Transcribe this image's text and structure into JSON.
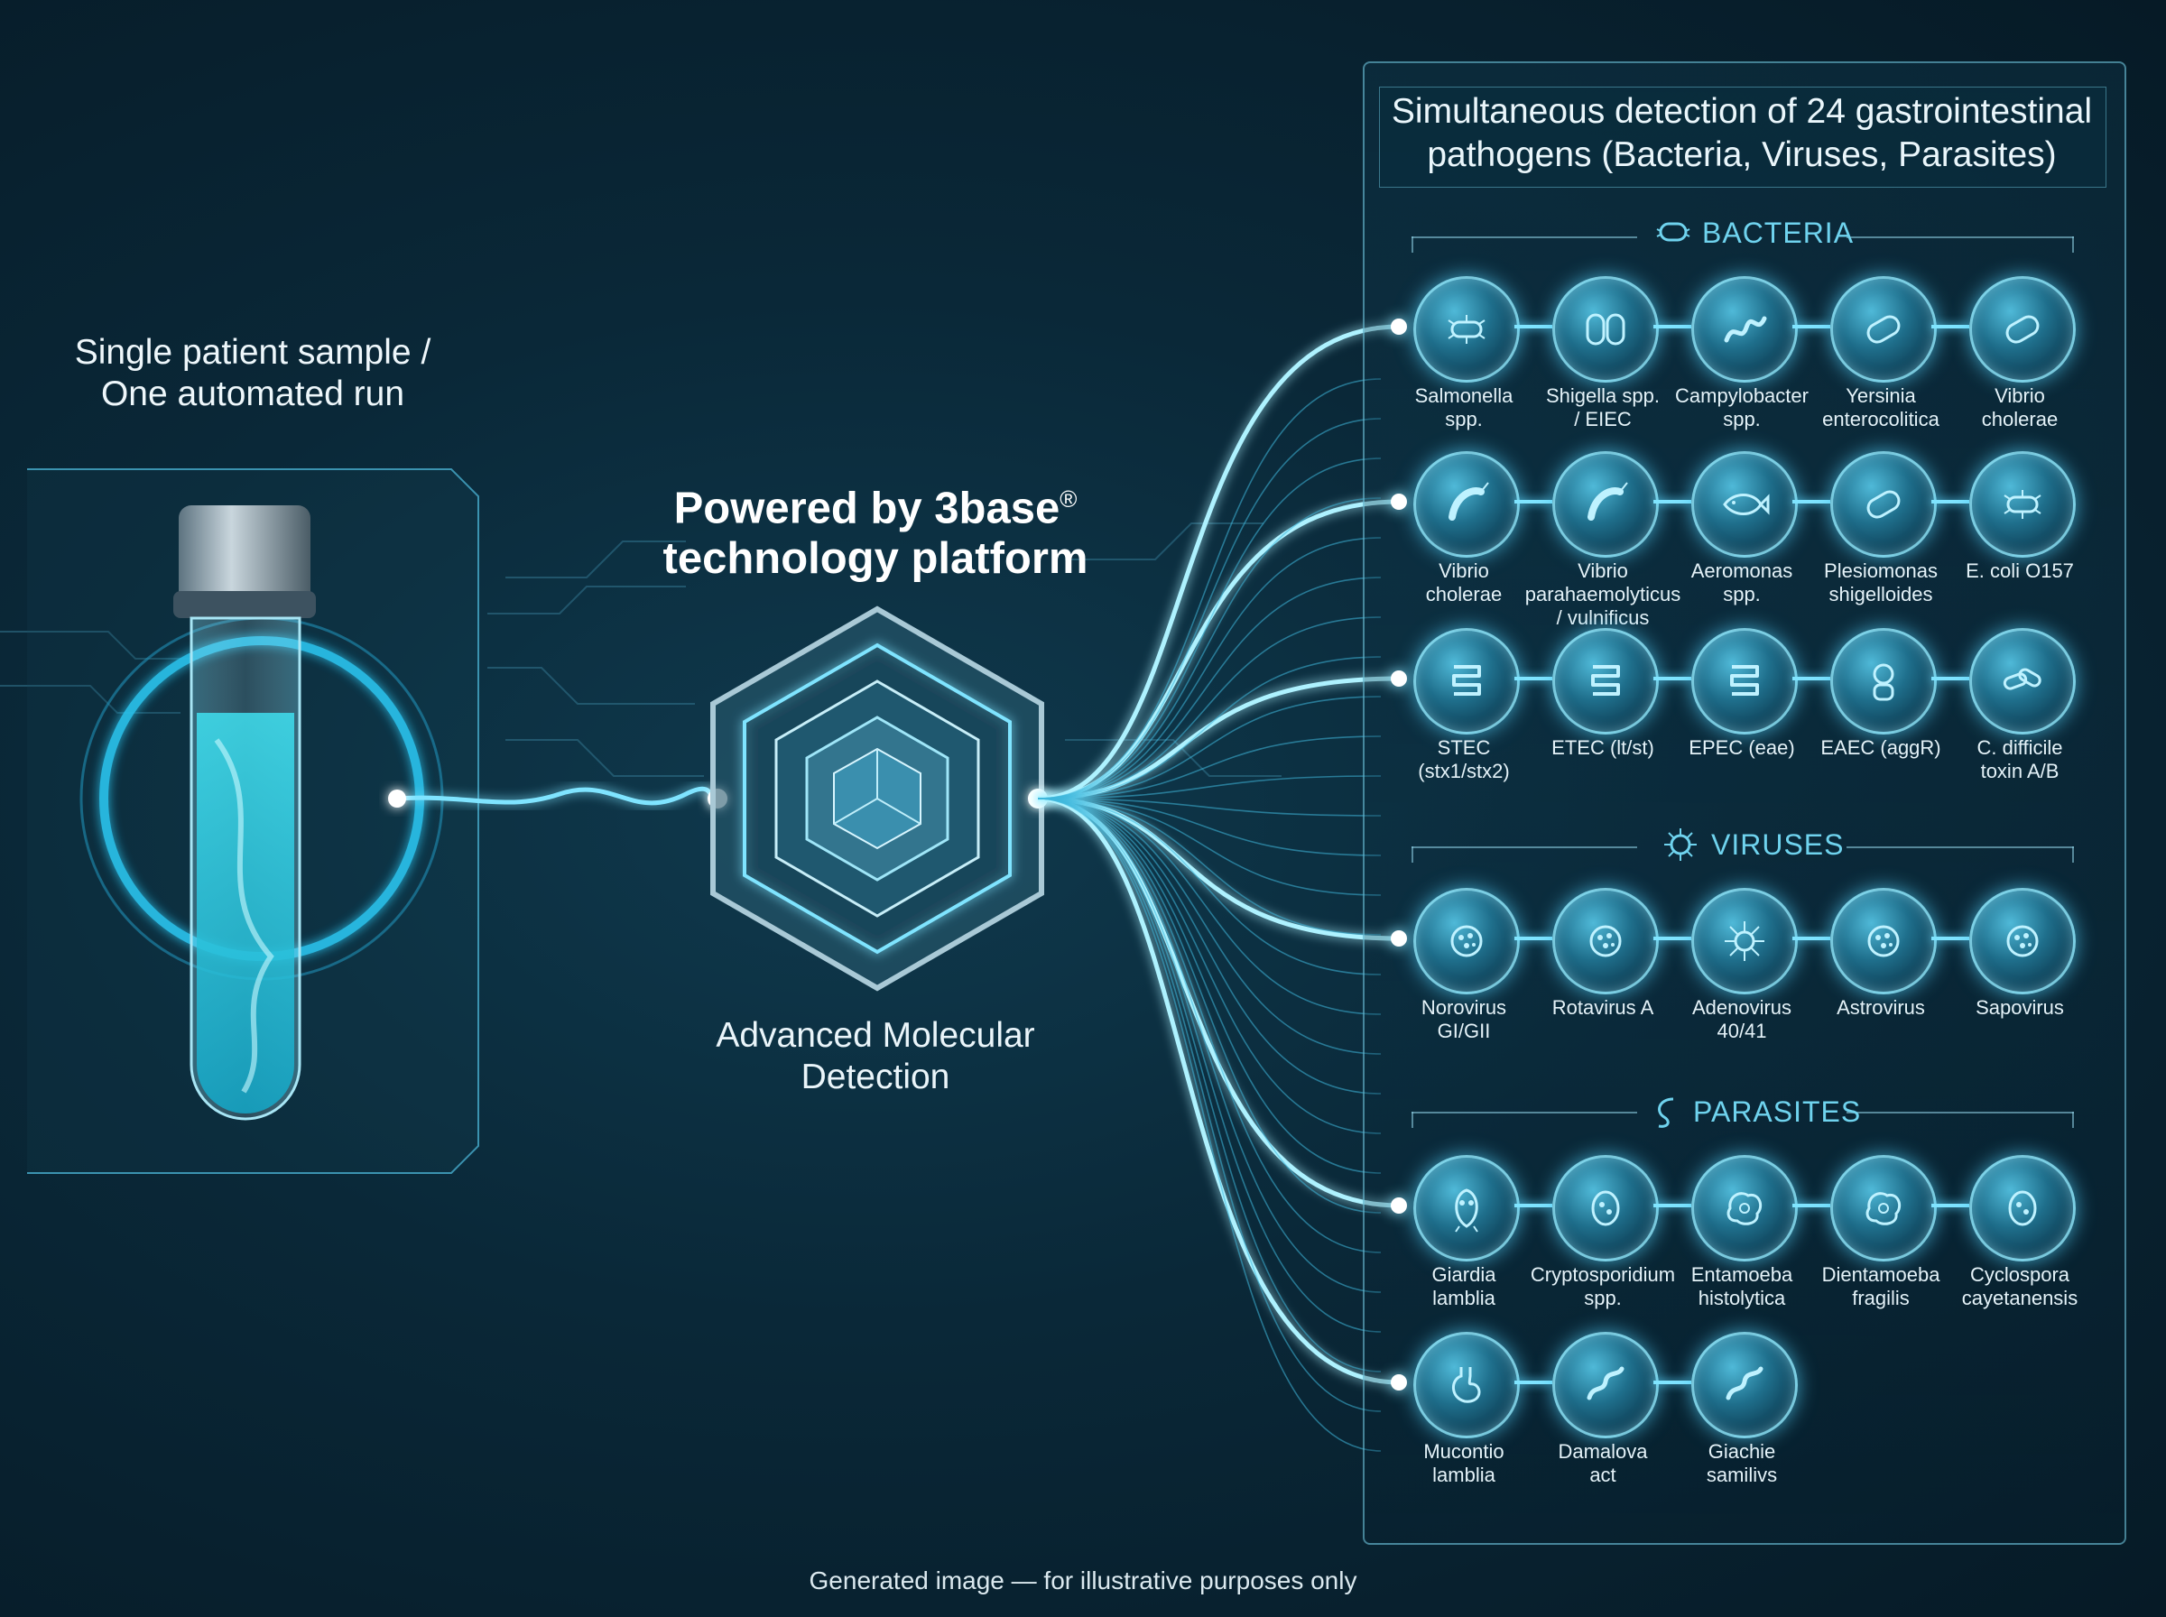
{
  "sample": {
    "caption_line1": "Single patient sample /",
    "caption_line2": "One automated run"
  },
  "platform": {
    "title_line1": "Powered by 3base",
    "title_reg": "®",
    "title_line2": "technology platform",
    "sub_line1": "Advanced Molecular",
    "sub_line2": "Detection"
  },
  "panel": {
    "title_line1": "Simultaneous detection of 24 gastrointestinal",
    "title_line2": "pathogens (Bacteria, Viruses, Parasites)"
  },
  "sections": {
    "bacteria": "BACTERIA",
    "viruses": "VIRUSES",
    "parasites": "PARASITES"
  },
  "pathogens": [
    {
      "l1": "Salmonella",
      "l2": "spp.",
      "icon": "rod-flagella-icon"
    },
    {
      "l1": "Shigella spp.",
      "l2": "/ EIEC",
      "icon": "rod-pair-icon"
    },
    {
      "l1": "Campylobacter",
      "l2": "spp.",
      "icon": "spiral-icon"
    },
    {
      "l1": "Yersinia",
      "l2": "enterocolitica",
      "icon": "rod-icon"
    },
    {
      "l1": "Vibrio",
      "l2": "cholerae",
      "icon": "rod-icon"
    },
    {
      "l1": "Vibrio",
      "l2": "cholerae",
      "icon": "curved-rod-icon"
    },
    {
      "l1": "Vibrio",
      "l2": "parahaemolyticus",
      "l3": "/ vulnificus",
      "icon": "curved-rod-icon"
    },
    {
      "l1": "Aeromonas",
      "l2": "spp.",
      "icon": "fish-icon"
    },
    {
      "l1": "Plesiomonas",
      "l2": "shigelloides",
      "icon": "rod-icon"
    },
    {
      "l1": "E. coli O157",
      "icon": "rod-flagella-icon"
    },
    {
      "l1": "STEC",
      "l2": "(stx1/stx2)",
      "icon": "intestine-icon"
    },
    {
      "l1": "ETEC (lt/st)",
      "icon": "intestine-icon"
    },
    {
      "l1": "EPEC (eae)",
      "icon": "intestine-icon"
    },
    {
      "l1": "EAEC (aggR)",
      "icon": "cell-icon"
    },
    {
      "l1": "C. difficile",
      "l2": "toxin A/B",
      "icon": "rod-cluster-icon"
    },
    {
      "l1": "Norovirus",
      "l2": "GI/GII",
      "icon": "virus-icon"
    },
    {
      "l1": "Rotavirus A",
      "icon": "virus-icon"
    },
    {
      "l1": "Adenovirus",
      "l2": "40/41",
      "icon": "virus-spikes-icon"
    },
    {
      "l1": "Astrovirus",
      "icon": "virus-icon"
    },
    {
      "l1": "Sapovirus",
      "icon": "virus-icon"
    },
    {
      "l1": "Giardia",
      "l2": "lamblia",
      "icon": "parasite-icon"
    },
    {
      "l1": "Cryptosporidium",
      "l2": "spp.",
      "icon": "oocyst-icon"
    },
    {
      "l1": "Entamoeba",
      "l2": "histolytica",
      "icon": "amoeba-icon"
    },
    {
      "l1": "Dientamoeba",
      "l2": "fragilis",
      "icon": "amoeba-icon"
    },
    {
      "l1": "Cyclospora",
      "l2": "cayetanensis",
      "icon": "oocyst-icon"
    },
    {
      "l1": "Mucontio",
      "l2": "lamblia",
      "icon": "stomach-icon"
    },
    {
      "l1": "Damalova",
      "l2": "act",
      "icon": "worm-icon"
    },
    {
      "l1": "Giachie",
      "l2": "samilivs",
      "icon": "worm-icon"
    }
  ],
  "footer": {
    "disclaimer": "Generated image — for illustrative purposes only"
  },
  "colors": {
    "accent": "#38c8ee",
    "glow": "#8ee8ff",
    "background": "#0a2838"
  }
}
